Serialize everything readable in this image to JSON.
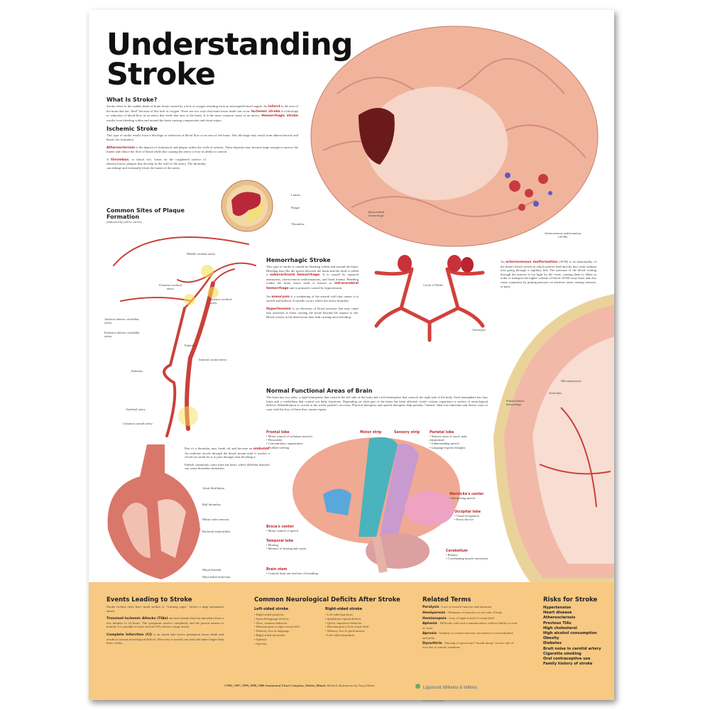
{
  "title": [
    "Understanding",
    "Stroke"
  ],
  "what": {
    "heading": "What Is Stroke?",
    "p1": "Stroke refers to the sudden death of brain tissue caused by a lack of oxygen resulting from an interrupted blood supply. An ",
    "t1": "infarct",
    "p2": " is the area of the brain that has \"died\" because of this lack of oxygen. There are two ways that brain tissue death can occur. ",
    "t2": "Ischemic stroke",
    "p3": " is a blockage or reduction of blood flow in an artery that feeds that area of the brain. It is the most common cause of an infarct. ",
    "t3": "Hemorrhagic stroke",
    "p4": " results from bleeding within and around the brain causing compression and tissue injury."
  },
  "ischemic": {
    "heading": "Ischemic Stroke",
    "p": "This type of stroke results from a blockage or reduction of blood flow to an area of the brain. This blockage may result from atherosclerosis and blood clot formation.",
    "t_ath": "Atherosclerosis",
    "p_ath": " is the deposit of cholesterol and plaque within the walls of arteries. These deposits may become large enough to narrow the lumen and reduce the flow of blood while also causing the artery to lose its ability to stretch.",
    "p_thr_a": "A ",
    "t_thr": "thrombus",
    "p_thr_b": ", or blood clot, forms on the roughened surface of atherosclerotic plaques that develop in the wall of the artery. The thrombus can enlarge and eventually block the lumen of the artery."
  },
  "cross_section_labels": [
    "Lumen",
    "Plaque",
    "Thrombus"
  ],
  "plaque": {
    "heading": "Common Sites of Plaque Formation",
    "note": "(indicated by yellow circles)"
  },
  "artery_labels": [
    "Middle cerebral artery",
    "Posterior cerebral artery",
    "Anterior cerebral artery",
    "Anterior inferior cerebellar artery",
    "Posterior inferior cerebellar artery",
    "Embolus",
    "Internal carotid artery",
    "Embolus",
    "Vertebral artery",
    "Common carotid artery"
  ],
  "brain_labels": {
    "hemorrhage": "Intracerebral hemorrhage",
    "avm": "Arteriovenous malformation (AVM)"
  },
  "hemorrhagic": {
    "heading": "Hemorrhagic Stroke",
    "p1": "This type of stroke is caused by bleeding within and around the brain. Bleeding that fills the spaces between the brain and the skull is called a ",
    "t1": "subarachnoid hemorrhage",
    "p2": ". It is caused by ruptured aneurysms, arteriovenous malformations, and head trauma. Bleeding within the brain tissue itself is known as ",
    "t2": "intracerebral hemorrhage",
    "p3": " and is primarily caused by hypertension.",
    "an_a": "An ",
    "t_an": "aneurysm",
    "an_b": " is a weakening of the arterial wall that causes it to stretch and balloon. It usually occurs where the artery branches.",
    "t_hyp": "Hypertension",
    "hyp": " is an elevation of blood pressure that may cause tiny arterioles to burst causing the tissue beyond the rupture to die. Blood vessels in the dead tissue then leak causing more bleeding."
  },
  "willis_labels": {
    "circle": "Circle of Willis",
    "aneurysm": "Aneurysm"
  },
  "avm": {
    "a": "An ",
    "t": "arteriovenous malformation",
    "b": " (AVM) is an abnormality of the brain's blood vessels in which arteries lead directly into veins without first going through a capillary bed. The pressure of the blood coming through the arteries is too high for the veins, causing them to dilate in order to transport the higher volume of blood. AVM's may burst and also cause symptoms by putting pressure on sensitive areas causing seizures, or pain."
  },
  "coronal_labels": [
    "Microaneurysm",
    "Arterioles",
    "Subarachnoid hemorrhage"
  ],
  "functional": {
    "heading": "Normal Functional Areas of Brain",
    "p": "The brain has two sides: a right hemisphere that controls the left side of the body and a left hemisphere that controls the right side of the body. Each hemisphere has four lobes and a cerebellum that control our daily functions. Depending on what part of the brain has been affected, stroke victims experience a variety of neurological deficits. Rehabilitation is crucial to the stroke patient's recovery. Physical therapists and speech therapists help patients \"relearn\" their lost functions and devise ways to cope with the loss of those they cannot regain.",
    "areas": {
      "frontal": {
        "name": "Frontal lobe",
        "items": [
          "Motor control of voluntary muscles",
          "Personality",
          "Concentration, organization",
          "Problem-solving"
        ]
      },
      "motor": {
        "name": "Motor strip"
      },
      "sensory": {
        "name": "Sensory strip"
      },
      "parietal": {
        "name": "Parietal lobe",
        "items": [
          "Sensory areas of touch, pain, temperature",
          "Understanding speech",
          "Language express thoughts"
        ]
      },
      "wernicke": {
        "name": "Wernicke's center",
        "items": [
          "Interpreting speech"
        ]
      },
      "occipital": {
        "name": "Occipital lobe",
        "items": [
          "Visual recognition",
          "Focus the eye"
        ]
      },
      "broca": {
        "name": "Broca's center",
        "items": [
          "Motor control of speech"
        ]
      },
      "temporal": {
        "name": "Temporal lobe",
        "items": [
          "Hearing",
          "Memory of hearing and vision"
        ]
      },
      "cerebellum": {
        "name": "Cerebellum",
        "items": [
          "Balance",
          "Coordinating muscle movement"
        ]
      },
      "stem": {
        "name": "Brain stem",
        "items": [
          "Controls heart rate and rate of breathing"
        ]
      }
    }
  },
  "heart": {
    "p1a": "Part of a thrombus may break off and become an ",
    "t": "embolus",
    "p1b": ". An embolus travels through the blood stream until it reaches a vessel too small for it to pass through, thus blocking it.",
    "p2": "Emboli commonly come from the heart, where different diseases can cause thrombus formation.",
    "labels": [
      "Atrial fibrillation",
      "Ball thrombus",
      "Mitral valve stenosis",
      "Bacterial endocarditis",
      "Mural thrombi",
      "Myocardial infarction"
    ]
  },
  "events": {
    "heading": "Events Leading to Stroke",
    "p": "Stroke victims often have small strokes or \"warning signs,\" before a large permanent attack.",
    "t1": "Transient Ischemic Attacks (TIAs)",
    "p1": " are brief attacks that last anywhere from a few minutes to 24 hours. The symptoms resolve completely and the person returns to normal. It is possible to have several TIAs before a large attack.",
    "t2": "Complete Infarction (CI)",
    "p2": " is an attack that leaves permanent tissue death and results in serious neurological deficits. Recovery is usually not total and takes longer than three weeks."
  },
  "deficits": {
    "heading": "Common Neurological Deficits After Stroke",
    "left": {
      "heading": "Left-sided stroke",
      "items": [
        "Right-sided paralysis",
        "Speech/language deficits",
        "Slow, cautious behavior",
        "Hemianopsia of right visual field",
        "Memory loss in language",
        "Right-sided dysarthria",
        "Aphasia",
        "Apraxia"
      ]
    },
    "right": {
      "heading": "Right-sided stroke",
      "items": [
        "Left-sided paralysis",
        "Spatial/perceptual deficits",
        "Quick, impulsive behavior",
        "Hemianopsia of left visual field",
        "Memory loss in performance",
        "Left-sided dysarthria"
      ]
    }
  },
  "terms": {
    "heading": "Related Terms",
    "items": [
      {
        "t": "Paralysis",
        "d": " - Loss of muscle function and sensation"
      },
      {
        "t": "Hemiparesis",
        "d": " - Weakness of muscles on one side of body"
      },
      {
        "t": "Hemianopsia",
        "d": " - Loss of sight in half of visual field"
      },
      {
        "t": "Aphasia",
        "d": " - Difficulty with oral communication, reduced ability to read or write"
      },
      {
        "t": "Apraxia",
        "d": " - Inability to control muscles; movement is uncoordinated and jerky"
      },
      {
        "t": "Dysarthria",
        "d": " - Slurring of speech and \"mouth droop\" on one side of face due to muscle weakness"
      }
    ]
  },
  "risks": {
    "heading": "Risks for Stroke",
    "items": [
      "Hypertension",
      "Heart disease",
      "Atherosclerosis",
      "Previous TIAs",
      "High cholesterol",
      "High alcohol consumption",
      "Obesity",
      "Diabetes",
      "Bruit noise in carotid artery",
      "Cigarette smoking",
      "Oral contraceptive use",
      "Family history of stroke"
    ]
  },
  "footer": {
    "copyright": "©1992, 1997, 1999, 2000, 2006 Anatomical Chart Company, Skokie, Illinois.",
    "credit": " Medical illustrations by Tonya Hines.",
    "publisher": "Lippincott Williams & Wilkins",
    "publisher_sub": "a Wolters Kluwer business"
  },
  "colors": {
    "accent": "#c0282c",
    "band": "#f7c983",
    "motor": "#4ab3bd",
    "sensory": "#c99ad0",
    "broca": "#5aa7dc",
    "wernicke": "#eea3c2",
    "tissue": "#f0b49c"
  }
}
